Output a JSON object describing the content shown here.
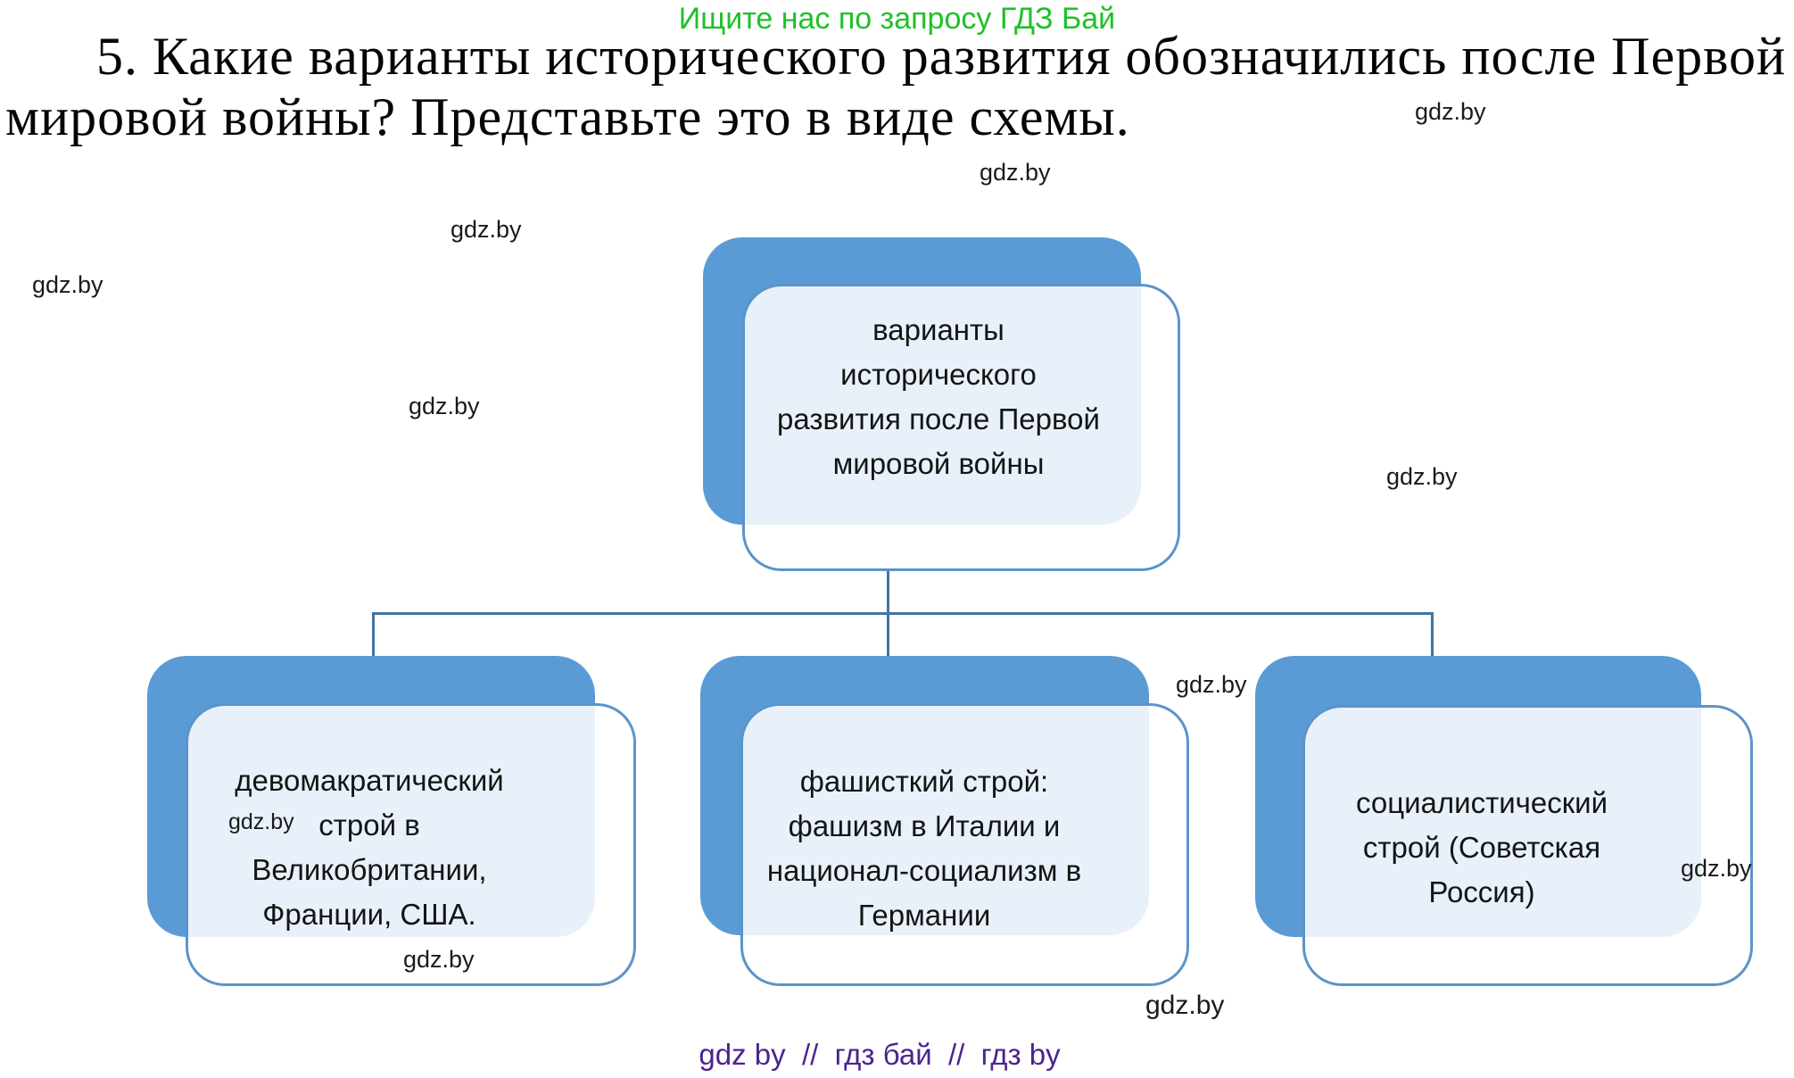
{
  "header": {
    "promo": "Ищите нас по запросу ГДЗ Бай"
  },
  "title": {
    "line1": "5. Какие варианты исторического развития обозначились после Первой",
    "line2": "мировой войны? Представьте это в виде схемы."
  },
  "watermark": {
    "label": "gdz.by"
  },
  "diagram": {
    "nodes": {
      "root": {
        "lines": [
          "варианты",
          "исторического",
          "развития после Первой",
          "мировой войны"
        ]
      },
      "democratic": {
        "lines": [
          "девомакратический",
          "строй в",
          "Великобритании,",
          "Франции, США."
        ]
      },
      "fascist": {
        "lines": [
          "фашисткий строй:",
          "фашизм в Италии и",
          "национал-социализм в",
          "Германии"
        ]
      },
      "socialist": {
        "lines": [
          "социалистический",
          "строй (Советская",
          "Россия)"
        ]
      }
    },
    "colors": {
      "box_fill": "#5B9BD5",
      "box_border": "#5B94CB",
      "connector": "#3F74A3",
      "promo_green": "#1EC128",
      "footer_purple": "#4C2390",
      "text_dark": "#141414"
    }
  },
  "footer": {
    "text": "gdz by  //  гдз бай  //  гдз by"
  }
}
